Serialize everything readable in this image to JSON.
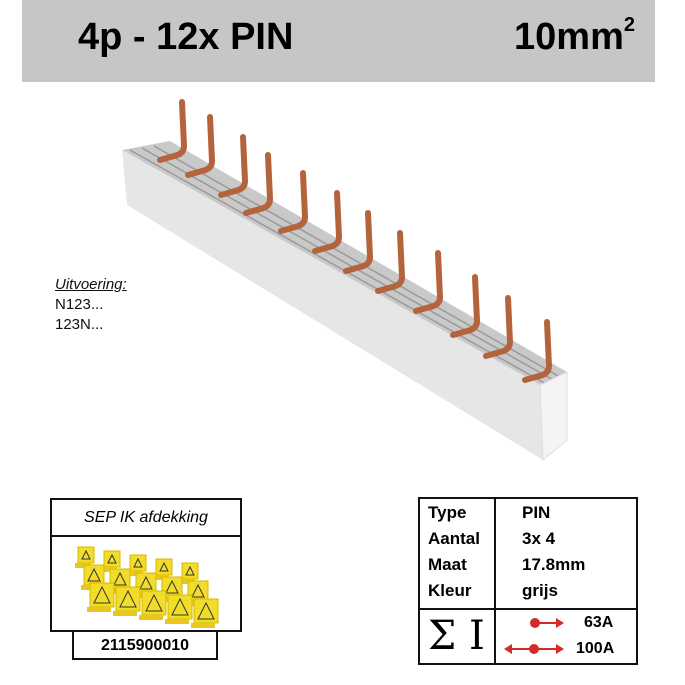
{
  "header": {
    "title": "4p - 12x PIN",
    "cross_section": "10mm",
    "cross_section_sup": "2"
  },
  "variants": {
    "heading": "Uitvoering:",
    "items": [
      "N123...",
      "123N..."
    ]
  },
  "accessory": {
    "title": "SEP IK afdekking",
    "article_number": "2115900010"
  },
  "specs": {
    "rows": [
      {
        "label": "Type",
        "value": "PIN"
      },
      {
        "label": "Aantal",
        "value": "3x 4"
      },
      {
        "label": "Maat",
        "value": "17.8mm"
      },
      {
        "label": "Kleur",
        "value": "grijs"
      }
    ],
    "current_symbol": "Σ I",
    "current_single": "63A",
    "current_double": "100A"
  },
  "colors": {
    "header_bg": "#c6c6c6",
    "copper": "#b4643c",
    "arrow": "#d42a2a",
    "cap_yellow": "#f2dc2a"
  }
}
